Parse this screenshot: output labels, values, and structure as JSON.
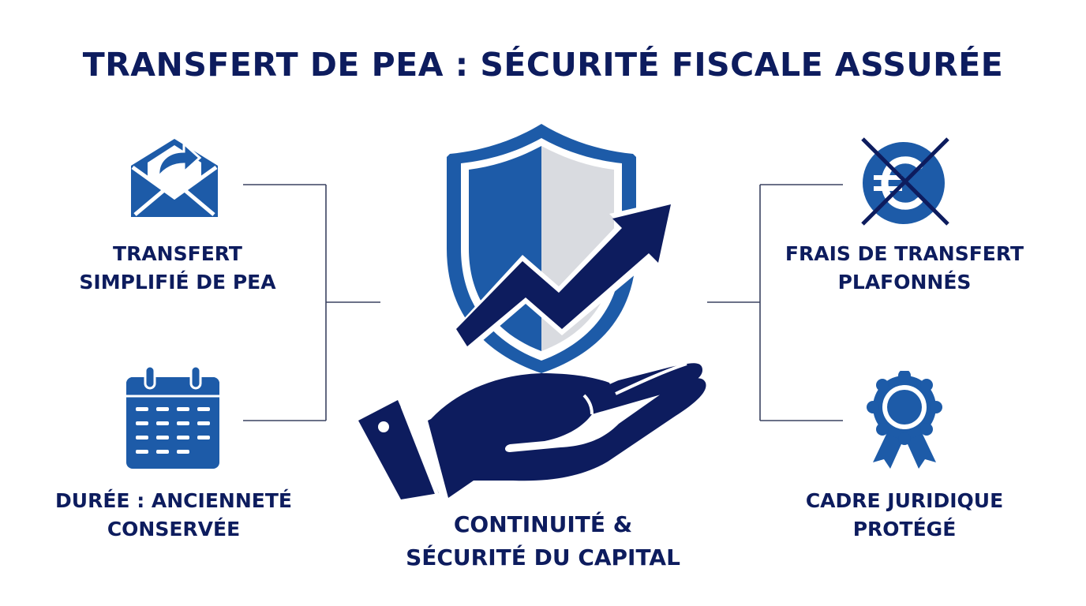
{
  "title": "TRANSFERT DE PEA : SÉCURITÉ FISCALE ASSURÉE",
  "left_top": {
    "icon": "envelope-transfer-icon",
    "line1": "TRANSFERT",
    "line2": "SIMPLIFIÉ DE PEA"
  },
  "left_bottom": {
    "icon": "calendar-icon",
    "line1": "DURÉE : ANCIENNETÉ",
    "line2": "CONSERVÉE"
  },
  "center": {
    "icon": "shield-growth-hand-icon",
    "line1": "CONTINUITÉ &",
    "line2": "SÉCURITÉ DU CAPITAL"
  },
  "right_top": {
    "icon": "euro-crossed-icon",
    "line1": "FRAIS DE TRANSFERT",
    "line2": "PLAFONNÉS"
  },
  "right_bottom": {
    "icon": "award-rosette-icon",
    "line1": "CADRE JURIDIQUE",
    "line2": "PROTÉGÉ"
  },
  "colors": {
    "navy": "#0d1c5e",
    "blue": "#1d5ba8",
    "light_gray": "#d9dbe0",
    "line": "#3a4260"
  }
}
